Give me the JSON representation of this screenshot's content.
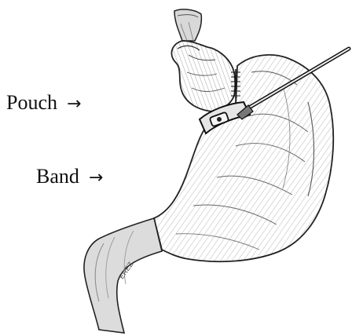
{
  "labels": {
    "pouch": {
      "text": "Pouch",
      "arrow": "→"
    },
    "band": {
      "text": "Band",
      "arrow": "→"
    }
  },
  "signature": "EREZ",
  "colors": {
    "ink": "#222222",
    "shade": "#8a8a8a",
    "light_shade": "#c9c9c9",
    "background": "#ffffff"
  }
}
